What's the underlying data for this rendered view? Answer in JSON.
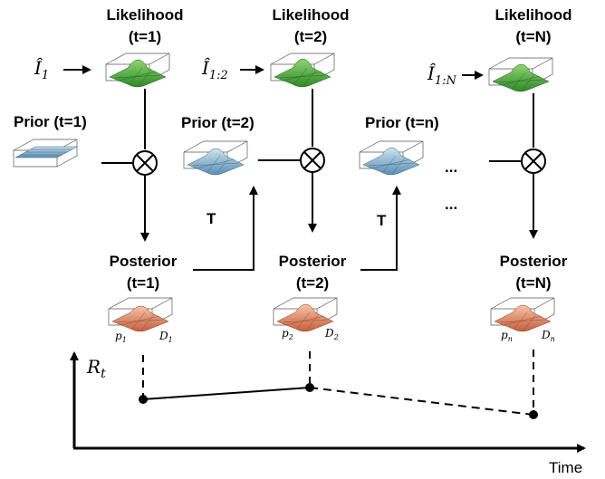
{
  "diagram": {
    "likelihood": [
      {
        "title": "Likelihood",
        "time": "(t=1)",
        "input_symbol": "Î",
        "input_sub": "1"
      },
      {
        "title": "Likelihood",
        "time": "(t=2)",
        "input_symbol": "Î",
        "input_sub": "1:2"
      },
      {
        "title": "Likelihood",
        "time": "(t=N)",
        "input_symbol": "Î",
        "input_sub": "1:N"
      }
    ],
    "prior": [
      {
        "label": "Prior (t=1)"
      },
      {
        "label": "Prior (t=2)"
      },
      {
        "label": "Prior (t=n)"
      }
    ],
    "posterior": [
      {
        "title": "Posterior",
        "time": "(t=1)",
        "p_sym": "p",
        "p_sub": "1",
        "d_sym": "D",
        "d_sub": "1"
      },
      {
        "title": "Posterior",
        "time": "(t=2)",
        "p_sym": "p",
        "p_sub": "2",
        "d_sym": "D",
        "d_sub": "2"
      },
      {
        "title": "Posterior",
        "time": "(t=N)",
        "p_sym": "p",
        "p_sub": "n",
        "d_sym": "D",
        "d_sub": "n"
      }
    ],
    "transition_label": "T",
    "ellipsis": "...",
    "multiply_symbol": "×",
    "y_axis_label": {
      "symbol": "R",
      "sub": "t"
    },
    "x_axis_label": "Time",
    "colors": {
      "likelihood": "#5fb84a",
      "prior": "#7da9c8",
      "posterior": "#e08a6a",
      "line": "#000000"
    }
  }
}
